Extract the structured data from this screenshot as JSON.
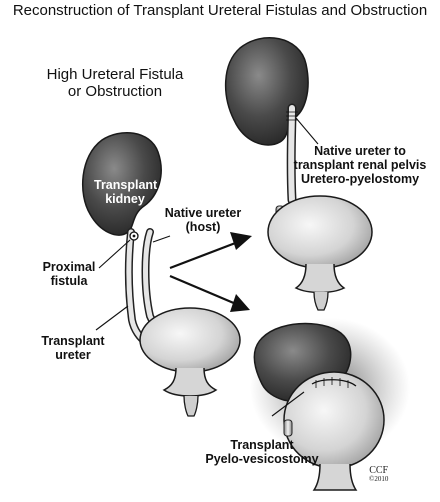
{
  "title": "Reconstruction of Transplant Ureteral Fistulas and Obstruction",
  "subtitle_line1": "High Ureteral Fistula",
  "subtitle_line2": "or Obstruction",
  "labels": {
    "transplant_kidney_line1": "Transplant",
    "transplant_kidney_line2": "kidney",
    "native_ureter_line1": "Native ureter",
    "native_ureter_line2": "(host)",
    "proximal_fistula_line1": "Proximal",
    "proximal_fistula_line2": "fistula",
    "transplant_ureter_line1": "Transplant",
    "transplant_ureter_line2": "ureter",
    "uretero_line1": "Native ureter to",
    "uretero_line2": "transplant renal pelvis",
    "uretero_line3": "Uretero-pyelostomy",
    "pyelo_line1": "Transplant",
    "pyelo_line2": "Pyelo-vesicostomy"
  },
  "credit": {
    "initials": "CCF",
    "year": "©2010"
  },
  "colors": {
    "kidney": "#4a4a4a",
    "bladder": "#d8d8d8",
    "outline": "#1a1a1a"
  }
}
